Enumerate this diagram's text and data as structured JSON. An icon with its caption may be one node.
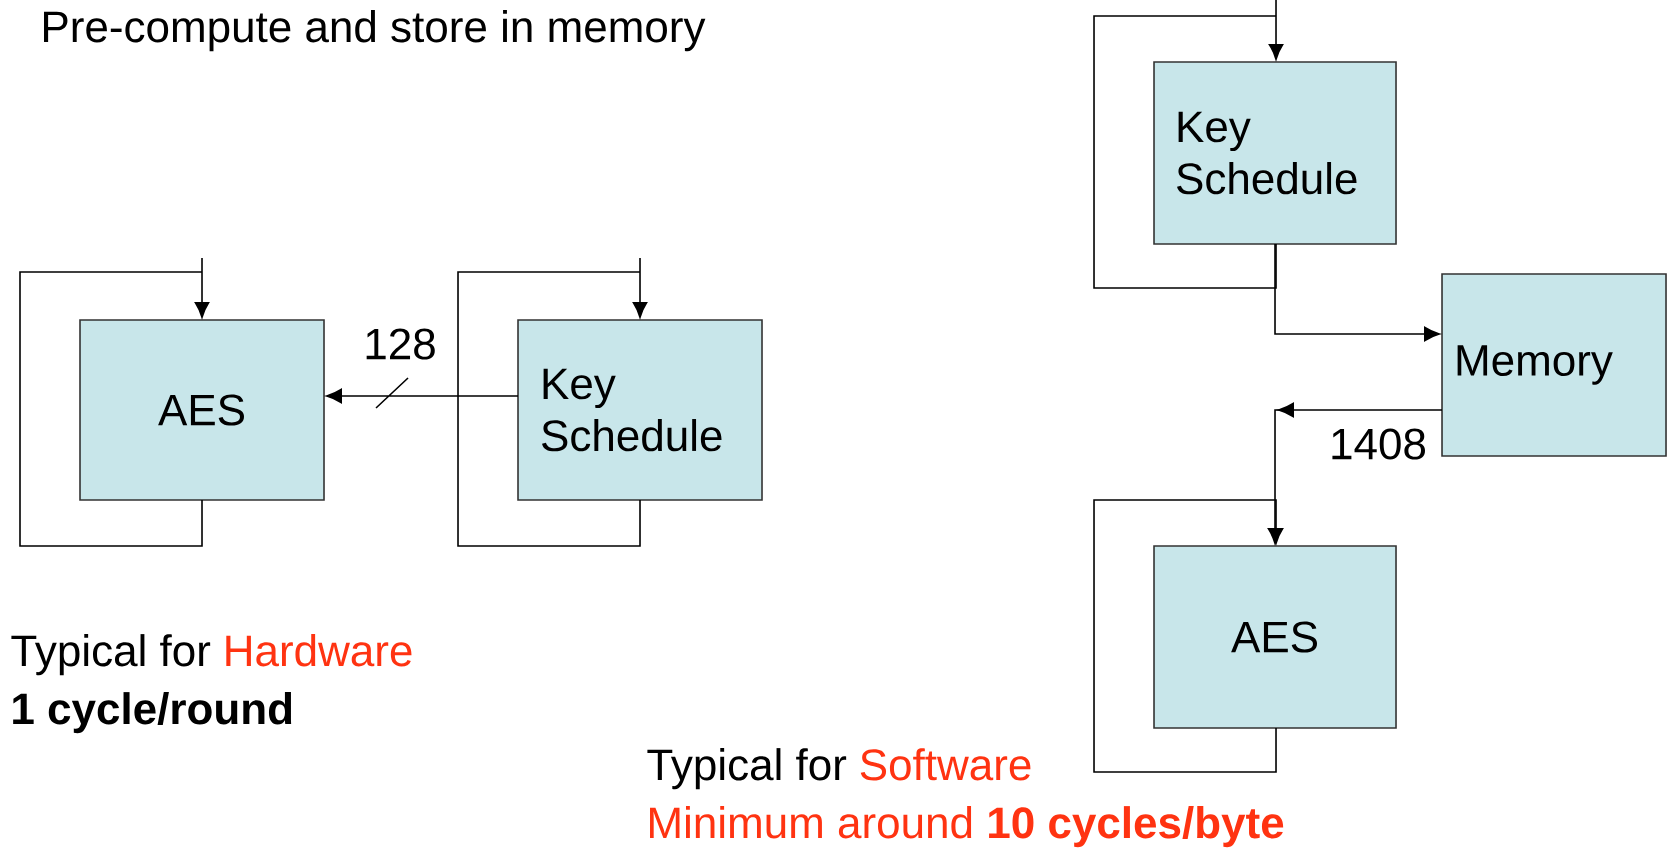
{
  "diagram": {
    "title": "Pre-compute and store in memory",
    "nodes": [
      {
        "text": [
          "AES"
        ]
      },
      {
        "text": [
          "Key Schedule"
        ]
      },
      {
        "text": [
          "Key Schedule"
        ]
      },
      {
        "text": [
          "Memory"
        ]
      },
      {
        "text": [
          "AES"
        ]
      }
    ],
    "edges": [
      {
        "from": 1,
        "to": 0,
        "arrow": "to",
        "label": "128"
      },
      {
        "from": 0,
        "to": 0,
        "arrow": "to"
      },
      {
        "from": 1,
        "to": 1,
        "arrow": "to"
      },
      {
        "from": 2,
        "to": 2,
        "arrow": "to"
      },
      {
        "from": 2,
        "to": 3,
        "arrow": "to"
      },
      {
        "from": 3,
        "to": 4,
        "arrow": "to",
        "label": "1408"
      },
      {
        "from": 4,
        "to": 4,
        "arrow": "to"
      }
    ],
    "labels": [
      "Typical for",
      "Hardware",
      "1 cycle/round",
      "Typical for",
      "Software",
      "Minimum around **10 cycles/byte**"
    ]
  }
}
